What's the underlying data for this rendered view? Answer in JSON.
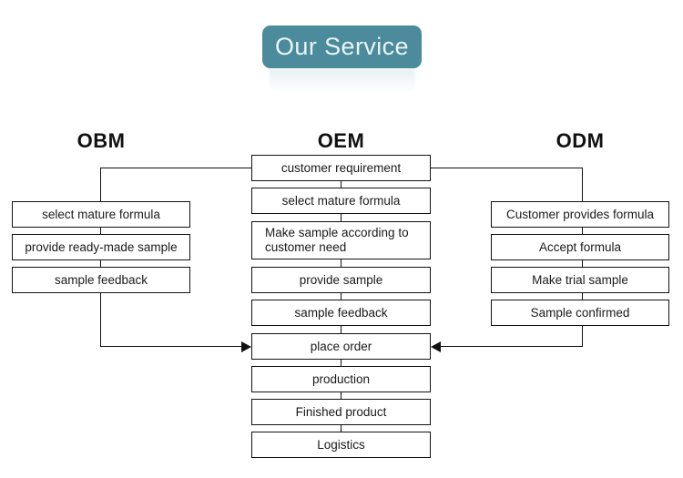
{
  "title": {
    "text": "Our Service",
    "banner_color": "#4b8b9b",
    "text_color": "#e8f4f7"
  },
  "columns": [
    {
      "key": "obm",
      "heading": "OBM",
      "steps": [
        "select mature formula",
        "provide ready-made sample",
        "sample feedback"
      ]
    },
    {
      "key": "oem",
      "heading": "OEM",
      "steps": [
        "customer requirement",
        "select mature formula",
        "Make sample according to customer need",
        "provide sample",
        "sample feedback",
        "place order",
        "production",
        "Finished product",
        "Logistics"
      ]
    },
    {
      "key": "odm",
      "heading": "ODM",
      "steps": [
        "Customer provides formula",
        "Accept formula",
        "Make trial sample",
        "Sample confirmed"
      ]
    }
  ],
  "connectors": {
    "left_branch_label": "obm-to-place-order",
    "right_branch_label": "odm-to-place-order",
    "line_color": "#111111"
  }
}
